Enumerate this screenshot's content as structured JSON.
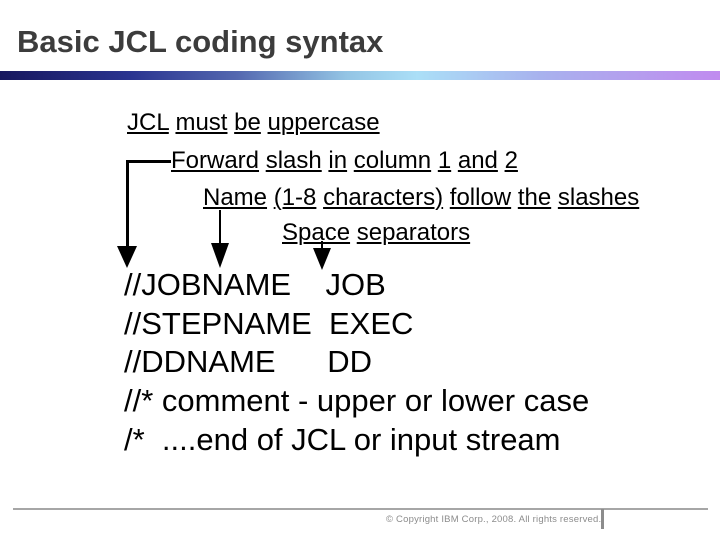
{
  "slide": {
    "title": "Basic JCL coding syntax",
    "annotations": [
      {
        "label": "JCL must be uppercase"
      },
      {
        "label": "Forward slash in column 1 and 2"
      },
      {
        "label": "Name (1-8 characters) follow the slashes"
      },
      {
        "label": "Space separators"
      }
    ],
    "code_lines": [
      "//JOBNAME    JOB",
      "//STEPNAME  EXEC",
      "//DDNAME      DD",
      "//* comment - upper or lower case",
      "/*  ....end of JCL or input stream"
    ],
    "footer": {
      "copyright": "© Copyright IBM Corp., 2008. All rights reserved."
    },
    "colors": {
      "title_text": "#3c3c3c",
      "bar_gradient_left": "#17175e",
      "bar_gradient_mid": "#abdff7",
      "bar_gradient_right": "#c08bef",
      "body_text": "#000000",
      "footer_text": "#8c8c8c"
    }
  }
}
